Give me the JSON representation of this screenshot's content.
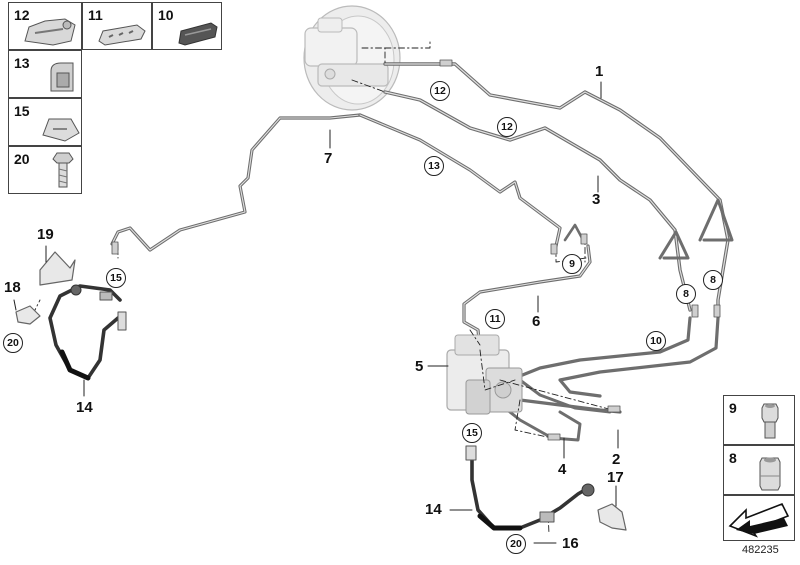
{
  "diagram": {
    "part_labels": {
      "p1": "1",
      "p2": "2",
      "p3": "3",
      "p4": "4",
      "p5": "5",
      "p6": "6",
      "p7": "7",
      "p14a": "14",
      "p14b": "14",
      "p16": "16",
      "p17": "17",
      "p18": "18",
      "p19": "19"
    },
    "circle_labels": {
      "c12a": "12",
      "c12b": "12",
      "c13": "13",
      "c9": "9",
      "c8a": "8",
      "c8b": "8",
      "c11": "11",
      "c10": "10",
      "c15a": "15",
      "c15b": "15",
      "c20a": "20",
      "c20b": "20"
    },
    "tiles": {
      "t12": "12",
      "t11": "11",
      "t10": "10",
      "t13": "13",
      "t15": "15",
      "t20": "20",
      "t9": "9",
      "t8": "8"
    },
    "document_number": "482235"
  }
}
